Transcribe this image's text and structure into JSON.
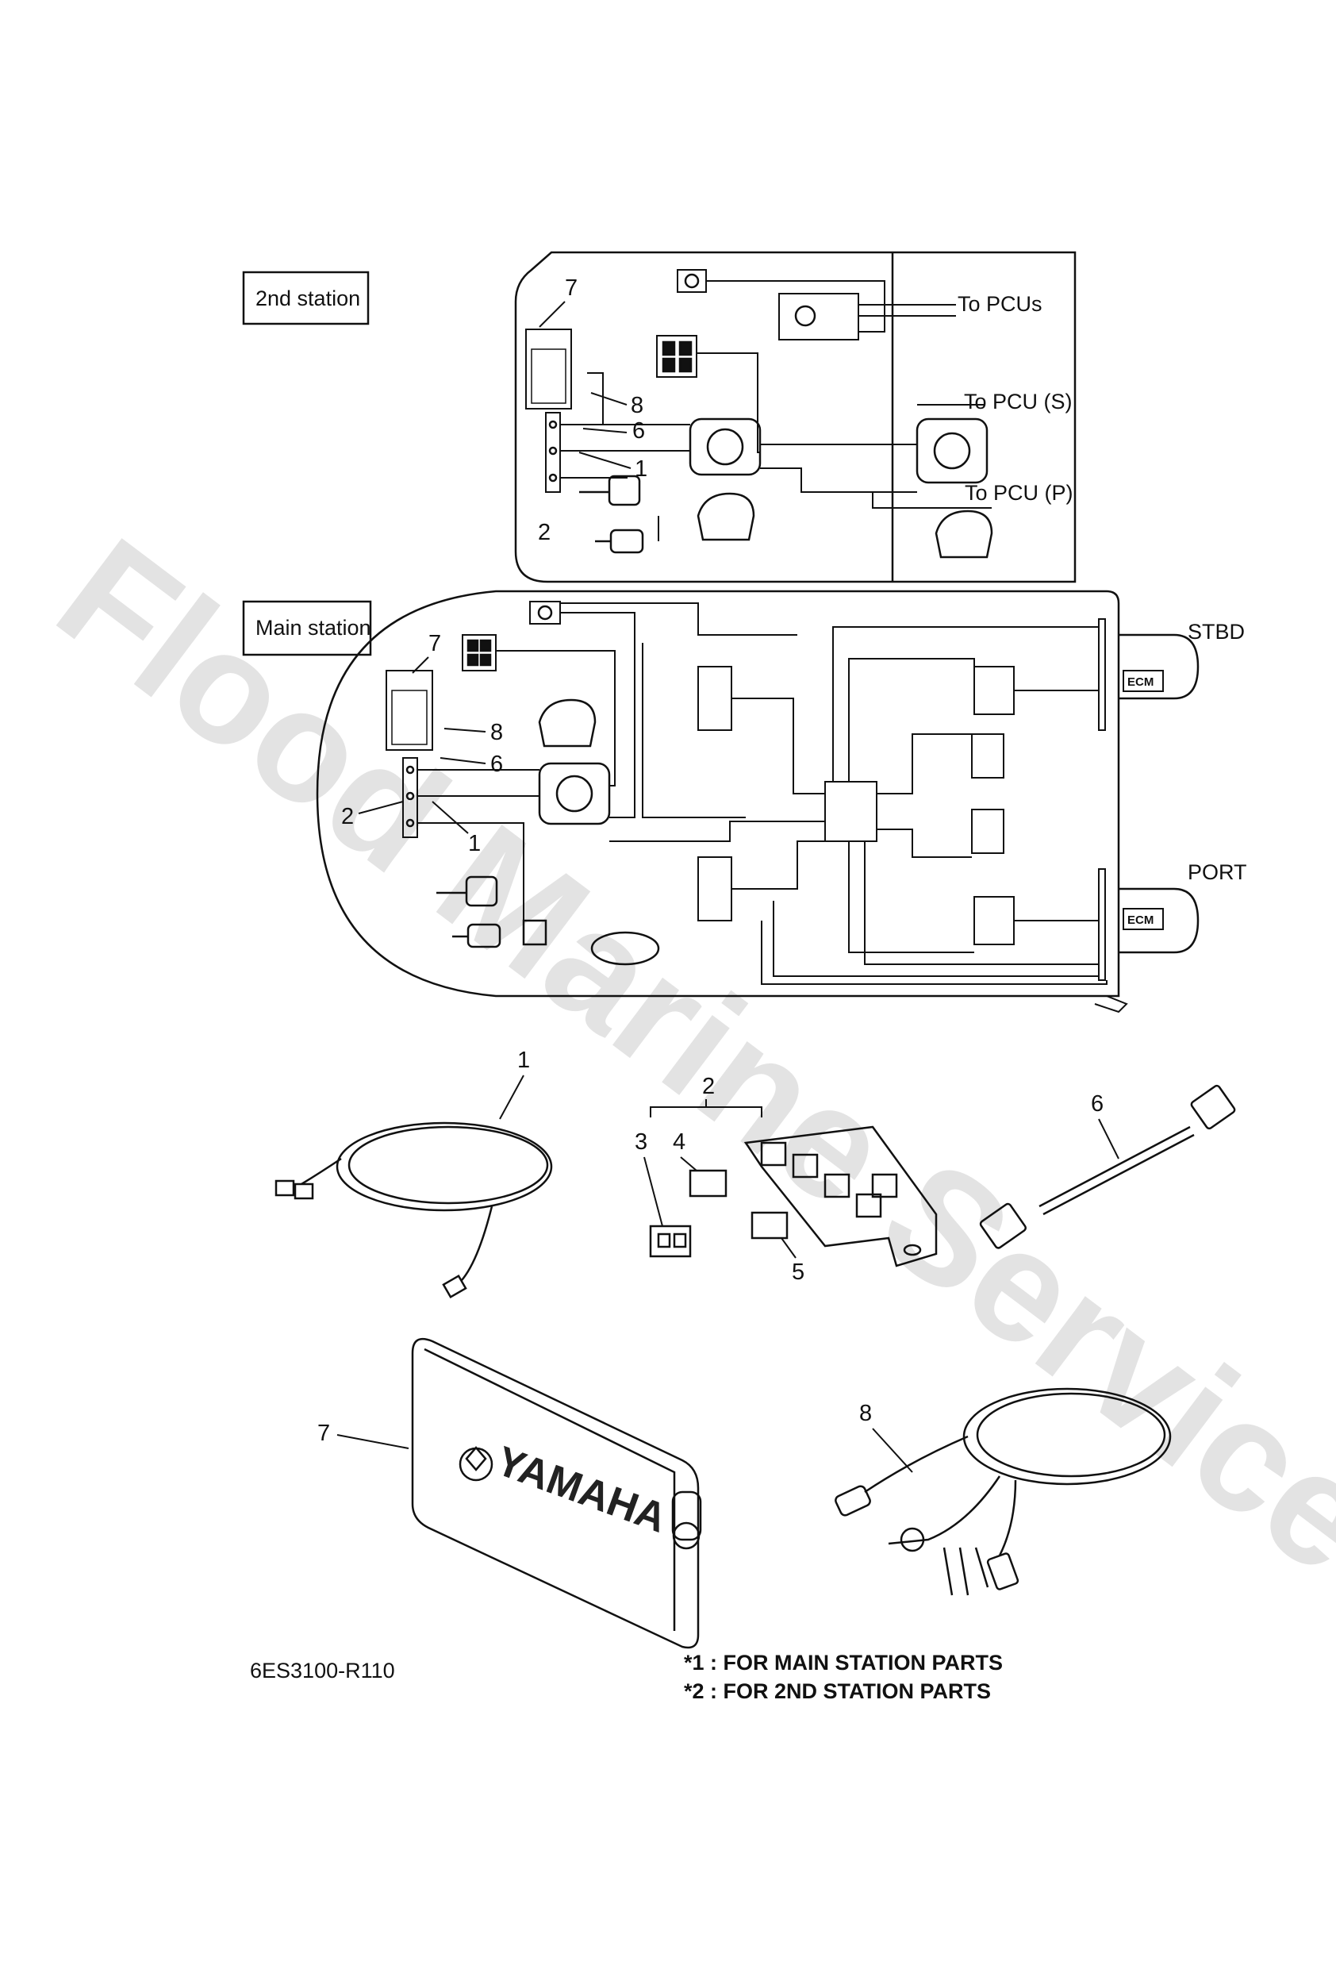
{
  "watermark": "Flood Marine Services",
  "sections": {
    "second_station": {
      "label": "2nd station",
      "callouts": [
        "7",
        "8",
        "6",
        "1",
        "2"
      ],
      "to_pcus": "To PCUs",
      "to_pcu_s": "To PCU (S)",
      "to_pcu_p": "To PCU (P)"
    },
    "main_station": {
      "label": "Main station",
      "callouts": [
        "7",
        "8",
        "6",
        "2",
        "1"
      ],
      "stbd": "STBD",
      "port": "PORT",
      "ecm": "ECM"
    }
  },
  "parts": {
    "p1": "1",
    "p2": "2",
    "p3": "3",
    "p4": "4",
    "p5": "5",
    "p6": "6",
    "p7": "7",
    "p8": "8",
    "display_brand": "YAMAHA"
  },
  "footer": {
    "diagram_code": "6ES3100-R110",
    "note1": "*1 : FOR MAIN STATION PARTS",
    "note2": "*2 : FOR 2ND STATION PARTS"
  }
}
